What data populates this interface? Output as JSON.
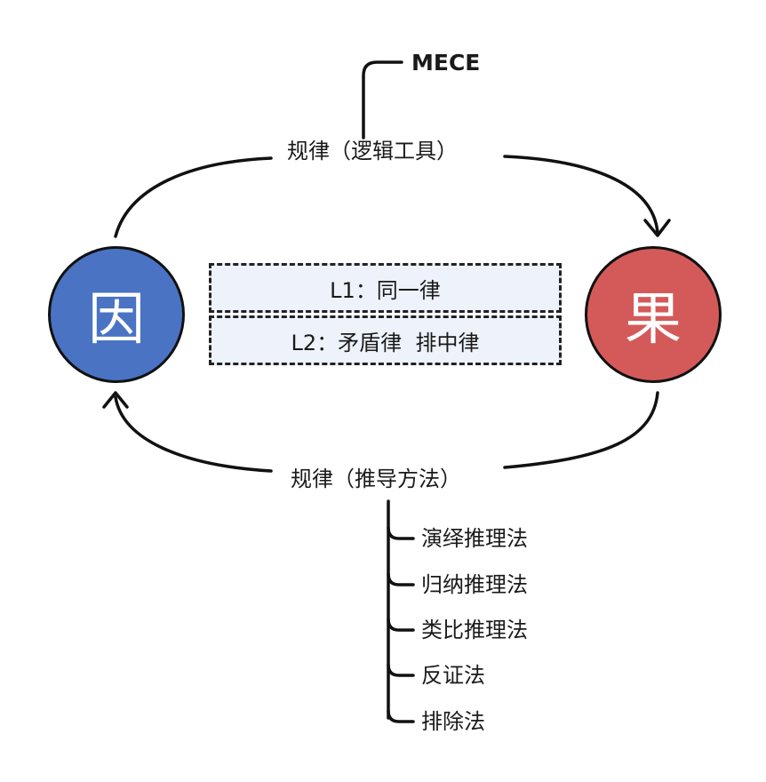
{
  "cause": {
    "label": "因",
    "color": "#4a73c4"
  },
  "effect": {
    "label": "果",
    "color": "#d45a5a"
  },
  "top_path": {
    "label": "规律（逻辑工具）",
    "branch_label": "MECE"
  },
  "bottom_path": {
    "label": "规律（推导方法）",
    "methods": [
      "演绎推理法",
      "归纳推理法",
      "类比推理法",
      "反证法",
      "排除法"
    ]
  },
  "rules": {
    "l1": "L1：同一律",
    "l2": "L2：矛盾律  排中律"
  }
}
